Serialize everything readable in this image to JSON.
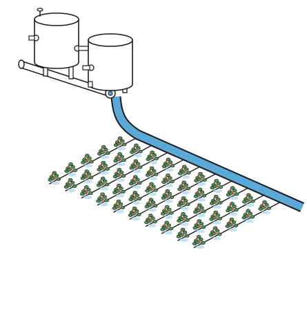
{
  "diagram": {
    "tanks": [
      {
        "name": "left-tank"
      },
      {
        "name": "right-tank"
      }
    ],
    "pipe": {
      "color": "#5aa9d8",
      "outline": "#1a1a1a"
    },
    "drip_line_count": 10,
    "plant_leaf_color": "#4f8f4f",
    "plant_fruit_color": "#c94a4a",
    "water_spot_color": "#bfe3f5"
  }
}
